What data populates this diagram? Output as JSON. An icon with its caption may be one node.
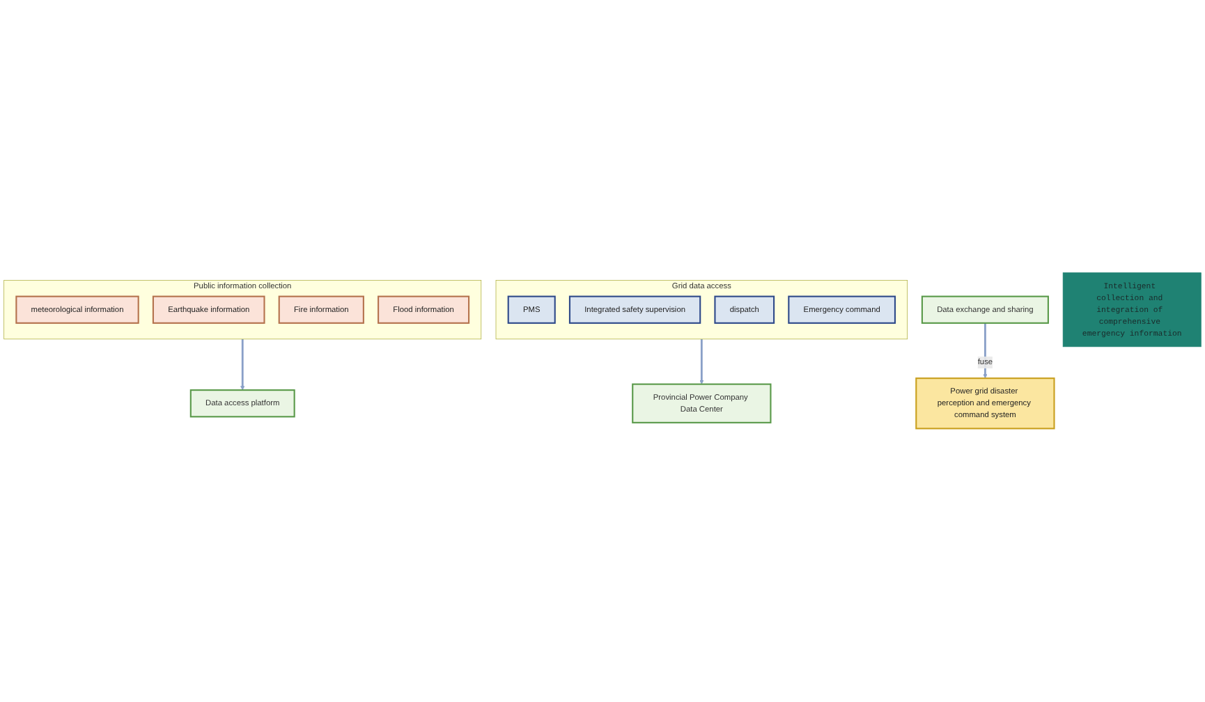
{
  "diagram": {
    "nodes": [
      {
        "text": [
          "Grid data access"
        ]
      },
      {
        "text": [
          "PMS"
        ],
        "in": 0
      },
      {
        "text": [
          "Integrated safety supervision"
        ],
        "in": 0
      },
      {
        "text": [
          "dispatch"
        ],
        "in": 0
      },
      {
        "text": [
          "Emergency command"
        ],
        "in": 0
      },
      {
        "text": [
          "Provincial Power Company Data Center"
        ]
      },
      {
        "text": [
          "Data exchange and sharing"
        ]
      },
      {
        "text": [
          "Data access platform"
        ]
      },
      {
        "text": [
          "Public information collection"
        ]
      },
      {
        "text": [
          "meteorological information"
        ],
        "in": 8
      },
      {
        "text": [
          "Earthquake information"
        ],
        "in": 8
      },
      {
        "text": [
          "Fire information"
        ],
        "in": 8
      },
      {
        "text": [
          "Flood information"
        ],
        "in": 8
      },
      {
        "text": [
          "Power grid disaster perception and emergency command system"
        ]
      },
      {
        "text": [
          "Intelligent collection and integration of comprehensive emergency information"
        ]
      }
    ],
    "edges": [
      {
        "from": 0,
        "to": 5,
        "arrow": "to"
      },
      {
        "from": 8,
        "to": 7,
        "arrow": "to"
      },
      {
        "from": 6,
        "to": 13,
        "label": "fuse",
        "arrow": "to"
      }
    ]
  }
}
